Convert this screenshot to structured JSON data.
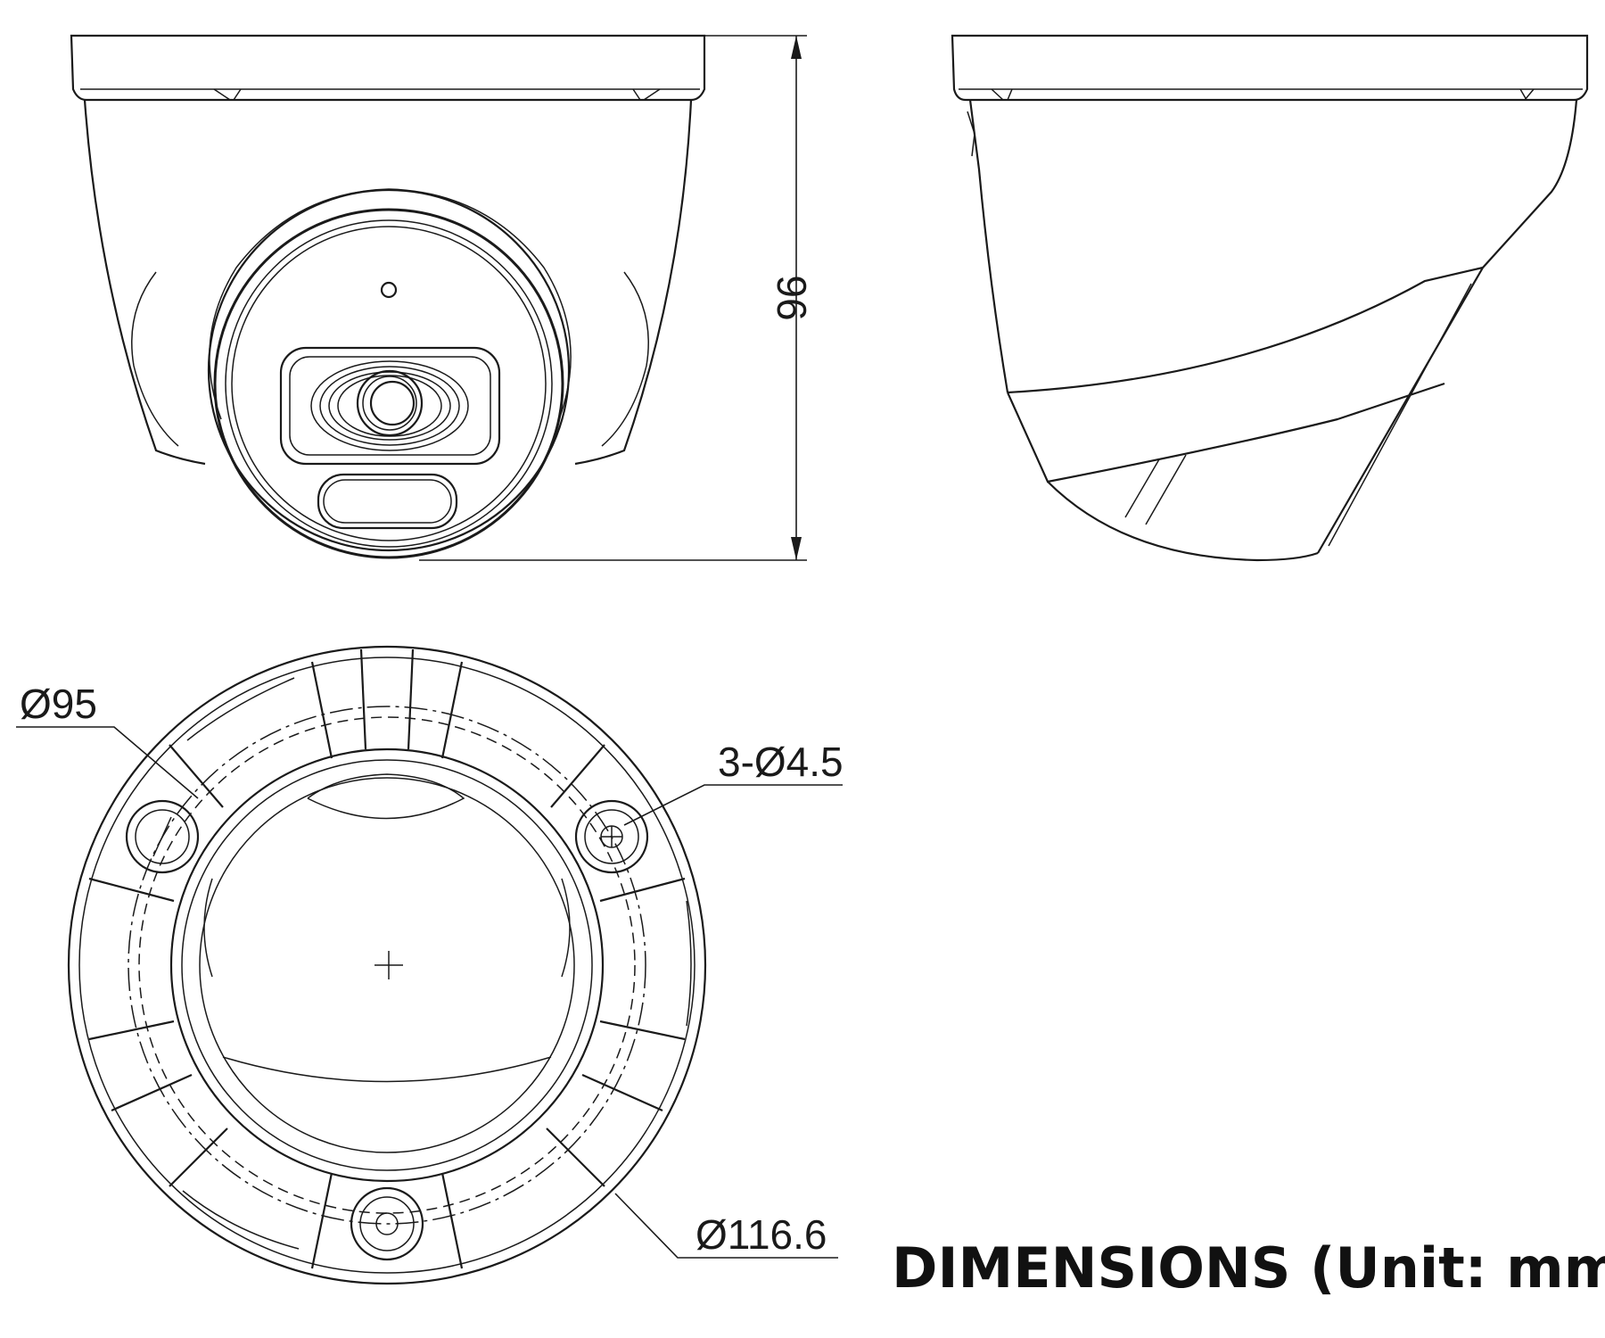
{
  "title": "DIMENSIONS (Unit: mm)",
  "dimensions": {
    "height": "96",
    "base_diameter": "Ø95",
    "holes": "3-Ø4.5",
    "outer_diameter": "Ø116.6"
  },
  "colors": {
    "line": "#1a1a1a",
    "background": "#ffffff"
  }
}
